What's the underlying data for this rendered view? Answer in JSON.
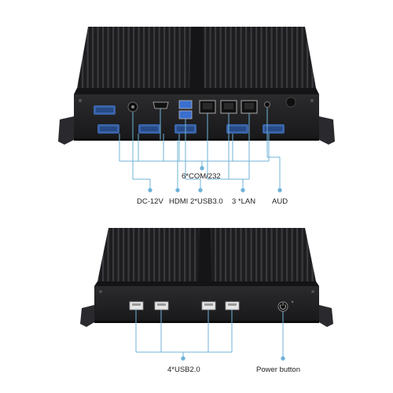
{
  "top_view": {
    "callouts": {
      "com": "6*COM/232",
      "dc": "DC-12V",
      "hdmi": "HDMI",
      "usb3": "2*USB3.0",
      "lan": "3 *LAN",
      "aud": "AUD"
    }
  },
  "bottom_view": {
    "callouts": {
      "usb2": "4*USB2.0",
      "power": "Power button"
    }
  },
  "colors": {
    "chassis": "#1c1c1e",
    "callout_line": "#6fb3d9",
    "usb3_blue": "#3a6fd0",
    "com_blue": "#3a63a8"
  }
}
